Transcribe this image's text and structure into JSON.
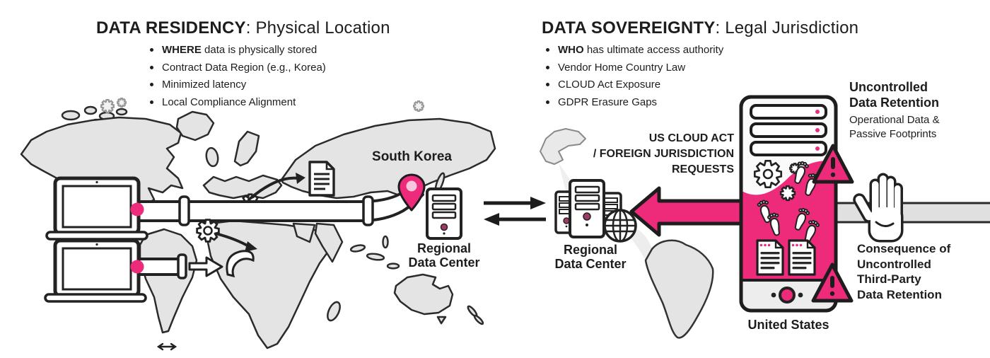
{
  "colors": {
    "accent_pink": "#EE2A7B",
    "pin_inner_pink": "#F7C5DE",
    "server_dot_maroon": "#9E3A66",
    "ink": "#1D1D1D",
    "map_gray": "#E4E4E4"
  },
  "left_panel": {
    "title_bold": "DATA RESIDENCY",
    "title_rest": ": Physical Location",
    "bullets": [
      {
        "bold": "WHERE",
        "text": " data is physically stored"
      },
      {
        "bold": "",
        "text": "Contract Data Region (e.g., Korea)"
      },
      {
        "bold": "",
        "text": "Minimized latency"
      },
      {
        "bold": "",
        "text": "Local Compliance Alignment"
      }
    ],
    "korea_label": "South Korea",
    "datacenter_label": "Regional\nData Center"
  },
  "right_panel": {
    "title_bold": "DATA SOVEREIGNTY",
    "title_rest": ": Legal Jurisdiction",
    "bullets": [
      {
        "bold": "WHO",
        "text": " has ultimate access authority"
      },
      {
        "bold": "",
        "text": "Vendor Home Country Law"
      },
      {
        "bold": "",
        "text": "CLOUD Act Exposure"
      },
      {
        "bold": "",
        "text": "GDPR Erasure Gaps"
      }
    ],
    "cloud_act_label": "US CLOUD ACT\n/ FOREIGN JURISDICTION\nREQUESTS",
    "datacenter_label": "Regional\nData Center",
    "us_label": "United States",
    "retention_title": "Uncontrolled\nData Retention",
    "retention_subtitle": "Operational Data &\nPassive Footprints",
    "consequence_label": "Consequence of\nUncontrolled\nThird-Party\nData Retention"
  },
  "icons": {
    "location-pin": "pink teardrop map pin",
    "laptop": "two stacked notebook computers",
    "pipe": "data pipeline with couplings",
    "server-tower": "tower server with slots",
    "globe": "wireframe globe",
    "exchange-arrows": "two opposing black arrows",
    "big-pink-arrow": "large left-pointing pink arrow",
    "warning-triangle": "pink triangle with exclamation",
    "gear": "cog wheel",
    "footprint": "passive data footprint",
    "document": "page with text lines",
    "hand": "open palm stop hand"
  }
}
